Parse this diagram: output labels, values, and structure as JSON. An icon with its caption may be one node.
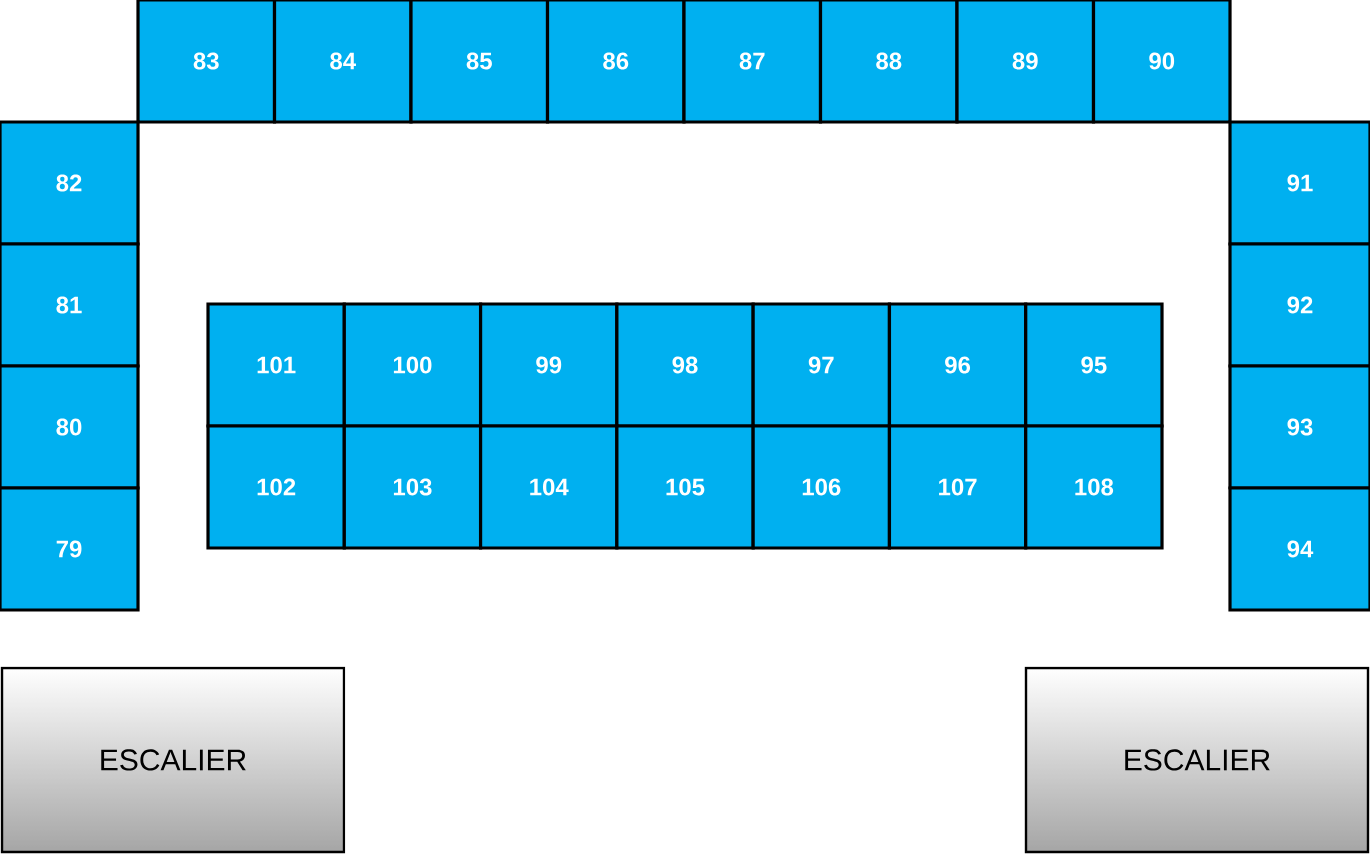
{
  "diagram": {
    "nodes": [
      {
        "text": [
          "83"
        ]
      },
      {
        "text": [
          "84"
        ]
      },
      {
        "text": [
          "85"
        ]
      },
      {
        "text": [
          "86"
        ]
      },
      {
        "text": [
          "87"
        ]
      },
      {
        "text": [
          "88"
        ]
      },
      {
        "text": [
          "89"
        ]
      },
      {
        "text": [
          "90"
        ]
      },
      {
        "text": [
          "82"
        ]
      },
      {
        "text": [
          "91"
        ]
      },
      {
        "text": [
          "81"
        ]
      },
      {
        "text": [
          "92"
        ]
      },
      {
        "text": [
          "101"
        ]
      },
      {
        "text": [
          "100"
        ]
      },
      {
        "text": [
          "99"
        ]
      },
      {
        "text": [
          "98"
        ]
      },
      {
        "text": [
          "97"
        ]
      },
      {
        "text": [
          "96"
        ]
      },
      {
        "text": [
          "95"
        ]
      },
      {
        "text": [
          "80"
        ]
      },
      {
        "text": [
          "93"
        ]
      },
      {
        "text": [
          "102"
        ]
      },
      {
        "text": [
          "103"
        ]
      },
      {
        "text": [
          "104"
        ]
      },
      {
        "text": [
          "105"
        ]
      },
      {
        "text": [
          "106"
        ]
      },
      {
        "text": [
          "107"
        ]
      },
      {
        "text": [
          "108"
        ]
      },
      {
        "text": [
          "79"
        ]
      },
      {
        "text": [
          "94"
        ]
      },
      {
        "text": [
          "ESCALIER"
        ]
      },
      {
        "text": [
          "ESCALIER"
        ]
      }
    ]
  }
}
